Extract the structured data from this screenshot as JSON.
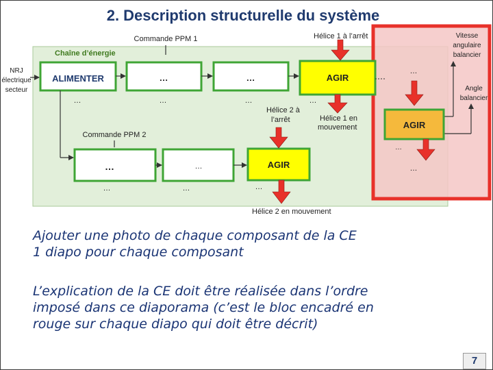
{
  "title": "2. Description structurelle du système",
  "diagram": {
    "chain_label": "Chaîne d’énergie",
    "input_label": [
      "NRJ",
      "électrique",
      "secteur"
    ],
    "cmd1": "Commande PPM 1",
    "cmd2": "Commande PPM 2",
    "helice1_arret": "Hélice 1 à l’arrêt",
    "helice2_arret": [
      "Hélice 2 à",
      "l’arrêt"
    ],
    "helice1_mouv": [
      "Hélice 1 en",
      "mouvement"
    ],
    "helice2_mouv": "Hélice 2 en mouvement",
    "vitesse": [
      "Vitesse",
      "angulaire",
      "balancier"
    ],
    "angle": [
      "Angle",
      "balancier"
    ],
    "alimenter": "ALIMENTER",
    "agir": "AGIR",
    "dots": "…",
    "colors": {
      "chain_bg": "#e2efda",
      "block_border": "#3fa535",
      "agir_fill": "#ffff00",
      "agir2_fill": "#f5b93c",
      "red": "#e8312a",
      "red_zone": "#f4c7c6"
    }
  },
  "text": {
    "p1_line1": "Ajouter une photo de chaque composant de la CE",
    "p1_line2": "1 diapo pour chaque composant",
    "p2_line1": "L’explication de la CE doit être réalisée dans l’ordre",
    "p2_line2": "imposé dans ce diaporama (c’est le bloc encadré en",
    "p2_line3": "rouge sur chaque diapo qui doit être décrit)"
  },
  "page_number": "7"
}
